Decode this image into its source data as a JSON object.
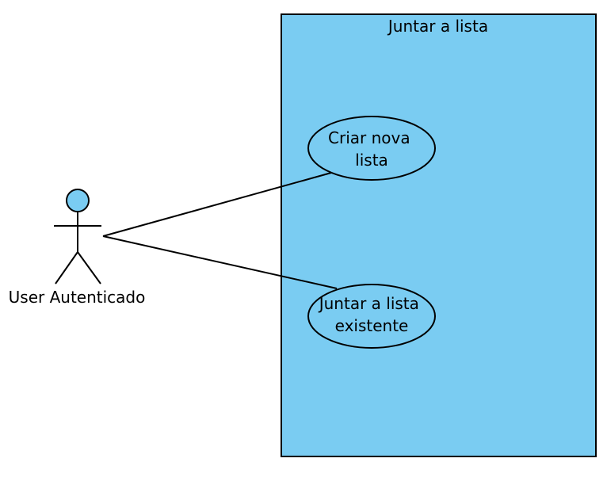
{
  "diagram": {
    "type": "use-case",
    "system": {
      "title": "Juntar a lista"
    },
    "actor": {
      "name": "User Autenticado"
    },
    "use_cases": [
      {
        "line1": "Criar nova",
        "line2": "lista"
      },
      {
        "line1": "Juntar a lista",
        "line2": "existente"
      }
    ],
    "associations": [
      {
        "from": "User Autenticado",
        "to": "Criar nova lista"
      },
      {
        "from": "User Autenticado",
        "to": "Juntar a lista existente"
      }
    ]
  },
  "colors": {
    "fill": "#7ACCF2",
    "stroke": "#000000",
    "background": "#FFFFFF"
  }
}
